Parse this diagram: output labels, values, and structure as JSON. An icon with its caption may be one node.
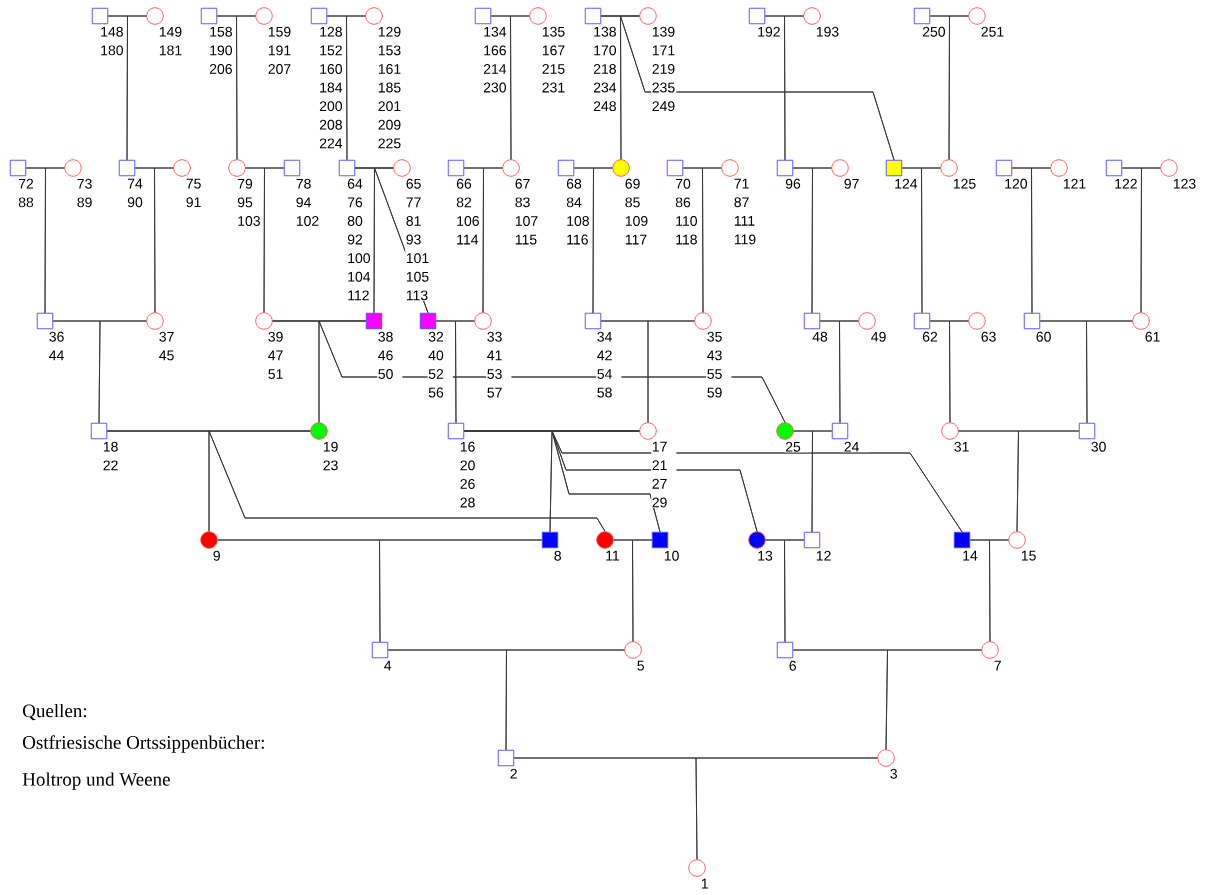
{
  "diagram": {
    "nodes": [
      {
        "text": [],
        "shape": "box",
        "beside": [
          "148 180"
        ]
      },
      {
        "text": [],
        "shape": "circle",
        "beside": [
          "149 181"
        ]
      },
      {
        "text": [],
        "shape": "box",
        "beside": [
          "158 190 206"
        ]
      },
      {
        "text": [],
        "shape": "circle",
        "beside": [
          "159 191 207"
        ]
      },
      {
        "text": [],
        "shape": "box",
        "beside": [
          "128 152 160 184 200 208 224"
        ]
      },
      {
        "text": [],
        "shape": "circle",
        "beside": [
          "129 153 161 185 201 209 225"
        ]
      },
      {
        "text": [],
        "shape": "box",
        "beside": [
          "134 166 214 230"
        ]
      },
      {
        "text": [],
        "shape": "circle",
        "beside": [
          "135 167 215 231"
        ]
      },
      {
        "text": [],
        "shape": "box",
        "beside": [
          "138 170 218 234 248"
        ]
      },
      {
        "text": [],
        "shape": "circle",
        "beside": [
          "139 171 219 235 249"
        ]
      },
      {
        "text": [],
        "shape": "box",
        "beside": [
          "192"
        ]
      },
      {
        "text": [],
        "shape": "circle",
        "beside": [
          "193"
        ]
      },
      {
        "text": [],
        "shape": "box",
        "beside": [
          "250"
        ]
      },
      {
        "text": [],
        "shape": "circle",
        "beside": [
          "251"
        ]
      },
      {
        "text": [],
        "shape": "box",
        "beside": [
          "72 88"
        ]
      },
      {
        "text": [],
        "shape": "circle",
        "beside": [
          "73 89"
        ]
      },
      {
        "text": [],
        "shape": "box",
        "beside": [
          "74 90"
        ]
      },
      {
        "text": [],
        "shape": "circle",
        "beside": [
          "75 91"
        ]
      },
      {
        "text": [],
        "shape": "circle",
        "beside": [
          "79 95 103"
        ]
      },
      {
        "text": [],
        "shape": "box",
        "beside": [
          "78 94 102"
        ]
      },
      {
        "text": [],
        "shape": "box",
        "beside": [
          "64 76 80 92 100 104 112"
        ]
      },
      {
        "text": [],
        "shape": "circle",
        "beside": [
          "65 77 81 93 101 105 113"
        ]
      },
      {
        "text": [],
        "shape": "box",
        "beside": [
          "66 82 106 114"
        ]
      },
      {
        "text": [],
        "shape": "circle",
        "beside": [
          "67 83 107 115"
        ]
      },
      {
        "text": [],
        "shape": "box",
        "beside": [
          "68 84 108 116"
        ]
      },
      {
        "text": [],
        "shape": "circle",
        "beside": [
          "69 85 109 117"
        ]
      },
      {
        "text": [],
        "shape": "box",
        "beside": [
          "70 86 110 118"
        ]
      },
      {
        "text": [],
        "shape": "circle",
        "beside": [
          "71 87 111 119"
        ]
      },
      {
        "text": [],
        "shape": "box",
        "beside": [
          "96"
        ]
      },
      {
        "text": [],
        "shape": "circle",
        "beside": [
          "97"
        ]
      },
      {
        "text": [],
        "shape": "box",
        "beside": [
          "124"
        ]
      },
      {
        "text": [],
        "shape": "circle",
        "beside": [
          "125"
        ]
      },
      {
        "text": [],
        "shape": "box",
        "beside": [
          "120"
        ]
      },
      {
        "text": [],
        "shape": "circle",
        "beside": [
          "121"
        ]
      },
      {
        "text": [],
        "shape": "box",
        "beside": [
          "122"
        ]
      },
      {
        "text": [],
        "shape": "circle",
        "beside": [
          "123"
        ]
      },
      {
        "text": [],
        "shape": "box",
        "beside": [
          "36 44"
        ]
      },
      {
        "text": [],
        "shape": "circle",
        "beside": [
          "37 45"
        ]
      },
      {
        "text": [],
        "shape": "circle",
        "beside": [
          "39 47 51"
        ]
      },
      {
        "text": [],
        "shape": "box",
        "beside": [
          "38 46 50"
        ]
      },
      {
        "text": [],
        "shape": "box",
        "beside": [
          "32 40 52 56"
        ]
      },
      {
        "text": [],
        "shape": "circle",
        "beside": [
          "33 41 53 57"
        ]
      },
      {
        "text": [],
        "shape": "box",
        "beside": [
          "34 42 54 58"
        ]
      },
      {
        "text": [],
        "shape": "circle",
        "beside": [
          "35 43 55 59"
        ]
      },
      {
        "text": [],
        "shape": "box",
        "beside": [
          "48"
        ]
      },
      {
        "text": [],
        "shape": "circle",
        "beside": [
          "49"
        ]
      },
      {
        "text": [],
        "shape": "box",
        "beside": [
          "62"
        ]
      },
      {
        "text": [],
        "shape": "circle",
        "beside": [
          "63"
        ]
      },
      {
        "text": [],
        "shape": "box",
        "beside": [
          "60"
        ]
      },
      {
        "text": [],
        "shape": "circle",
        "beside": [
          "61"
        ]
      },
      {
        "text": [],
        "shape": "box",
        "beside": [
          "18 22"
        ]
      },
      {
        "text": [],
        "shape": "circle",
        "beside": [
          "19 23"
        ]
      },
      {
        "text": [],
        "shape": "box",
        "beside": [
          "16 20 26 28"
        ]
      },
      {
        "text": [],
        "shape": "circle",
        "beside": [
          "17 21 27 29"
        ]
      },
      {
        "text": [],
        "shape": "circle",
        "beside": [
          "25"
        ]
      },
      {
        "text": [],
        "shape": "box",
        "beside": [
          "24"
        ]
      },
      {
        "text": [],
        "shape": "circle",
        "beside": [
          "31"
        ]
      },
      {
        "text": [],
        "shape": "box",
        "beside": [
          "30"
        ]
      },
      {
        "text": [],
        "shape": "circle",
        "beside": [
          "9"
        ]
      },
      {
        "text": [],
        "shape": "box",
        "beside": [
          "8"
        ]
      },
      {
        "text": [],
        "shape": "circle",
        "beside": [
          "11"
        ]
      },
      {
        "text": [],
        "shape": "box",
        "beside": [
          "10"
        ]
      },
      {
        "text": [],
        "shape": "circle",
        "beside": [
          "13"
        ]
      },
      {
        "text": [],
        "shape": "box",
        "beside": [
          "12"
        ]
      },
      {
        "text": [],
        "shape": "box",
        "beside": [
          "14"
        ]
      },
      {
        "text": [],
        "shape": "circle",
        "beside": [
          "15"
        ]
      },
      {
        "text": [],
        "shape": "box",
        "beside": [
          "4"
        ]
      },
      {
        "text": [],
        "shape": "circle",
        "beside": [
          "5"
        ]
      },
      {
        "text": [],
        "shape": "box",
        "beside": [
          "6"
        ]
      },
      {
        "text": [],
        "shape": "circle",
        "beside": [
          "7"
        ]
      },
      {
        "text": [],
        "shape": "box",
        "beside": [
          "2"
        ]
      },
      {
        "text": [],
        "shape": "circle",
        "beside": [
          "3"
        ]
      },
      {
        "text": [],
        "shape": "circle",
        "beside": [
          "1"
        ]
      }
    ],
    "edges": [
      {
        "from": 0,
        "to": 1,
        "arrow": "none"
      },
      {
        "from": 2,
        "to": 3,
        "arrow": "none"
      },
      {
        "from": 4,
        "to": 5,
        "arrow": "none"
      },
      {
        "from": 6,
        "to": 7,
        "arrow": "none"
      },
      {
        "from": 8,
        "to": 9,
        "arrow": "none"
      },
      {
        "from": 10,
        "to": 11,
        "arrow": "none"
      },
      {
        "from": 12,
        "to": 13,
        "arrow": "none"
      },
      {
        "from": 14,
        "to": 15,
        "arrow": "none"
      },
      {
        "from": 16,
        "to": 17,
        "arrow": "none"
      },
      {
        "from": 18,
        "to": 19,
        "arrow": "none"
      },
      {
        "from": 20,
        "to": 21,
        "arrow": "none"
      },
      {
        "from": 22,
        "to": 23,
        "arrow": "none"
      },
      {
        "from": 24,
        "to": 25,
        "arrow": "none"
      },
      {
        "from": 26,
        "to": 27,
        "arrow": "none"
      },
      {
        "from": 28,
        "to": 29,
        "arrow": "none"
      },
      {
        "from": 30,
        "to": 31,
        "arrow": "none"
      },
      {
        "from": 32,
        "to": 33,
        "arrow": "none"
      },
      {
        "from": 34,
        "to": 35,
        "arrow": "none"
      },
      {
        "from": 36,
        "to": 37,
        "arrow": "none"
      },
      {
        "from": 38,
        "to": 39,
        "arrow": "none"
      },
      {
        "from": 40,
        "to": 41,
        "arrow": "none"
      },
      {
        "from": 42,
        "to": 43,
        "arrow": "none"
      },
      {
        "from": 44,
        "to": 45,
        "arrow": "none"
      },
      {
        "from": 46,
        "to": 47,
        "arrow": "none"
      },
      {
        "from": 48,
        "to": 49,
        "arrow": "none"
      },
      {
        "from": 50,
        "to": 51,
        "arrow": "none"
      },
      {
        "from": 52,
        "to": 53,
        "arrow": "none"
      },
      {
        "from": 54,
        "to": 55,
        "arrow": "none"
      },
      {
        "from": 56,
        "to": 57,
        "arrow": "none"
      },
      {
        "from": 58,
        "to": 59,
        "arrow": "none"
      },
      {
        "from": 60,
        "to": 61,
        "arrow": "none"
      },
      {
        "from": 62,
        "to": 63,
        "arrow": "none"
      },
      {
        "from": 64,
        "to": 65,
        "arrow": "none"
      },
      {
        "from": 66,
        "to": 67,
        "arrow": "none"
      },
      {
        "from": 68,
        "to": 69,
        "arrow": "none"
      },
      {
        "from": 70,
        "to": 71,
        "arrow": "none"
      },
      {
        "from": 0,
        "to": 16,
        "arrow": "none"
      },
      {
        "from": 1,
        "to": 16,
        "arrow": "none"
      },
      {
        "from": 2,
        "to": 18,
        "arrow": "none"
      },
      {
        "from": 3,
        "to": 18,
        "arrow": "none"
      },
      {
        "from": 4,
        "to": 20,
        "arrow": "none"
      },
      {
        "from": 5,
        "to": 20,
        "arrow": "none"
      },
      {
        "from": 6,
        "to": 23,
        "arrow": "none"
      },
      {
        "from": 7,
        "to": 23,
        "arrow": "none"
      },
      {
        "from": 8,
        "to": 25,
        "arrow": "none"
      },
      {
        "from": 9,
        "to": 25,
        "arrow": "none"
      },
      {
        "from": 8,
        "to": 30,
        "arrow": "none"
      },
      {
        "from": 9,
        "to": 30,
        "arrow": "none"
      },
      {
        "from": 10,
        "to": 28,
        "arrow": "none"
      },
      {
        "from": 11,
        "to": 28,
        "arrow": "none"
      },
      {
        "from": 12,
        "to": 31,
        "arrow": "none"
      },
      {
        "from": 13,
        "to": 31,
        "arrow": "none"
      },
      {
        "from": 14,
        "to": 36,
        "arrow": "none"
      },
      {
        "from": 15,
        "to": 36,
        "arrow": "none"
      },
      {
        "from": 16,
        "to": 37,
        "arrow": "none"
      },
      {
        "from": 17,
        "to": 37,
        "arrow": "none"
      },
      {
        "from": 18,
        "to": 38,
        "arrow": "none"
      },
      {
        "from": 19,
        "to": 38,
        "arrow": "none"
      },
      {
        "from": 20,
        "to": 39,
        "arrow": "none"
      },
      {
        "from": 21,
        "to": 39,
        "arrow": "none"
      },
      {
        "from": 20,
        "to": 40,
        "arrow": "none"
      },
      {
        "from": 21,
        "to": 40,
        "arrow": "none"
      },
      {
        "from": 22,
        "to": 41,
        "arrow": "none"
      },
      {
        "from": 23,
        "to": 41,
        "arrow": "none"
      },
      {
        "from": 24,
        "to": 42,
        "arrow": "none"
      },
      {
        "from": 25,
        "to": 42,
        "arrow": "none"
      },
      {
        "from": 26,
        "to": 43,
        "arrow": "none"
      },
      {
        "from": 27,
        "to": 43,
        "arrow": "none"
      },
      {
        "from": 28,
        "to": 44,
        "arrow": "none"
      },
      {
        "from": 29,
        "to": 44,
        "arrow": "none"
      },
      {
        "from": 30,
        "to": 46,
        "arrow": "none"
      },
      {
        "from": 31,
        "to": 46,
        "arrow": "none"
      },
      {
        "from": 32,
        "to": 48,
        "arrow": "none"
      },
      {
        "from": 33,
        "to": 48,
        "arrow": "none"
      },
      {
        "from": 34,
        "to": 49,
        "arrow": "none"
      },
      {
        "from": 35,
        "to": 49,
        "arrow": "none"
      },
      {
        "from": 36,
        "to": 50,
        "arrow": "none"
      },
      {
        "from": 37,
        "to": 50,
        "arrow": "none"
      },
      {
        "from": 38,
        "to": 51,
        "arrow": "none"
      },
      {
        "from": 39,
        "to": 51,
        "arrow": "none"
      },
      {
        "from": 38,
        "to": 54,
        "arrow": "none"
      },
      {
        "from": 39,
        "to": 54,
        "arrow": "none"
      },
      {
        "from": 40,
        "to": 52,
        "arrow": "none"
      },
      {
        "from": 41,
        "to": 52,
        "arrow": "none"
      },
      {
        "from": 42,
        "to": 53,
        "arrow": "none"
      },
      {
        "from": 43,
        "to": 53,
        "arrow": "none"
      },
      {
        "from": 44,
        "to": 55,
        "arrow": "none"
      },
      {
        "from": 45,
        "to": 55,
        "arrow": "none"
      },
      {
        "from": 46,
        "to": 56,
        "arrow": "none"
      },
      {
        "from": 47,
        "to": 56,
        "arrow": "none"
      },
      {
        "from": 48,
        "to": 57,
        "arrow": "none"
      },
      {
        "from": 49,
        "to": 57,
        "arrow": "none"
      },
      {
        "from": 50,
        "to": 58,
        "arrow": "none"
      },
      {
        "from": 51,
        "to": 58,
        "arrow": "none"
      },
      {
        "from": 50,
        "to": 60,
        "arrow": "none"
      },
      {
        "from": 51,
        "to": 60,
        "arrow": "none"
      },
      {
        "from": 52,
        "to": 59,
        "arrow": "none"
      },
      {
        "from": 53,
        "to": 59,
        "arrow": "none"
      },
      {
        "from": 52,
        "to": 61,
        "arrow": "none"
      },
      {
        "from": 53,
        "to": 61,
        "arrow": "none"
      },
      {
        "from": 52,
        "to": 62,
        "arrow": "none"
      },
      {
        "from": 53,
        "to": 62,
        "arrow": "none"
      },
      {
        "from": 52,
        "to": 64,
        "arrow": "none"
      },
      {
        "from": 53,
        "to": 64,
        "arrow": "none"
      },
      {
        "from": 54,
        "to": 63,
        "arrow": "none"
      },
      {
        "from": 55,
        "to": 63,
        "arrow": "none"
      },
      {
        "from": 56,
        "to": 65,
        "arrow": "none"
      },
      {
        "from": 57,
        "to": 65,
        "arrow": "none"
      },
      {
        "from": 58,
        "to": 66,
        "arrow": "none"
      },
      {
        "from": 59,
        "to": 66,
        "arrow": "none"
      },
      {
        "from": 60,
        "to": 67,
        "arrow": "none"
      },
      {
        "from": 61,
        "to": 67,
        "arrow": "none"
      },
      {
        "from": 62,
        "to": 68,
        "arrow": "none"
      },
      {
        "from": 63,
        "to": 68,
        "arrow": "none"
      },
      {
        "from": 64,
        "to": 69,
        "arrow": "none"
      },
      {
        "from": 65,
        "to": 69,
        "arrow": "none"
      },
      {
        "from": 66,
        "to": 70,
        "arrow": "none"
      },
      {
        "from": 67,
        "to": 70,
        "arrow": "none"
      },
      {
        "from": 68,
        "to": 71,
        "arrow": "none"
      },
      {
        "from": 69,
        "to": 71,
        "arrow": "none"
      },
      {
        "from": 70,
        "to": 72,
        "arrow": "none"
      },
      {
        "from": 71,
        "to": 72,
        "arrow": "none"
      }
    ],
    "labels": [
      "Quellen:",
      "Ostfriesische Ortssippenbücher:",
      "Holtrop und Weene"
    ]
  }
}
